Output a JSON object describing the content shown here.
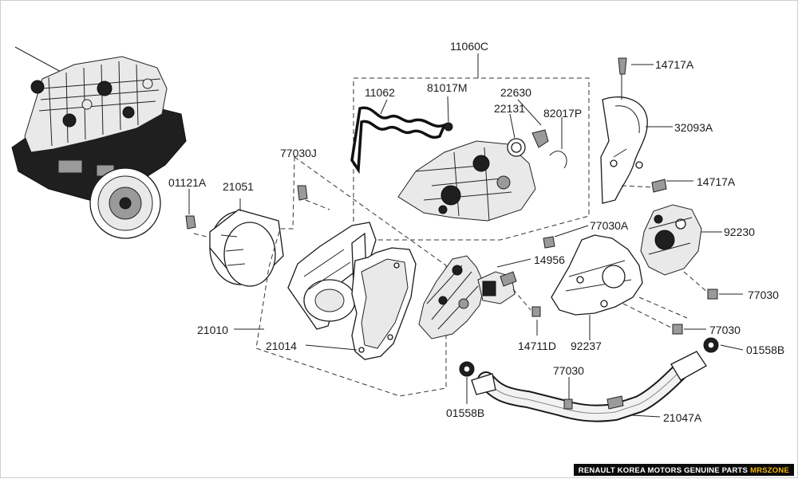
{
  "labels": {
    "l_11060C": "11060C",
    "l_11062": "11062",
    "l_81017M": "81017M",
    "l_22630": "22630",
    "l_22131": "22131",
    "l_82017P": "82017P",
    "l_14717A_top": "14717A",
    "l_32093A": "32093A",
    "l_14717A_mid": "14717A",
    "l_77030J": "77030J",
    "l_01121A": "01121A",
    "l_21051": "21051",
    "l_77030A": "77030A",
    "l_92230": "92230",
    "l_14956": "14956",
    "l_77030_right": "77030",
    "l_77030_mid": "77030",
    "l_01558B_right": "01558B",
    "l_21010": "21010",
    "l_21014": "21014",
    "l_14711D": "14711D",
    "l_92237": "92237",
    "l_77030_low": "77030",
    "l_01558B_left": "01558B",
    "l_21047A": "21047A"
  },
  "footer": {
    "text": "RENAULT KOREA MOTORS GENUINE PARTS",
    "brand": "MRSZONE"
  },
  "colors": {
    "line": "#222222",
    "footer_bg": "#0a0a0a",
    "footer_brand": "#f2b600"
  }
}
